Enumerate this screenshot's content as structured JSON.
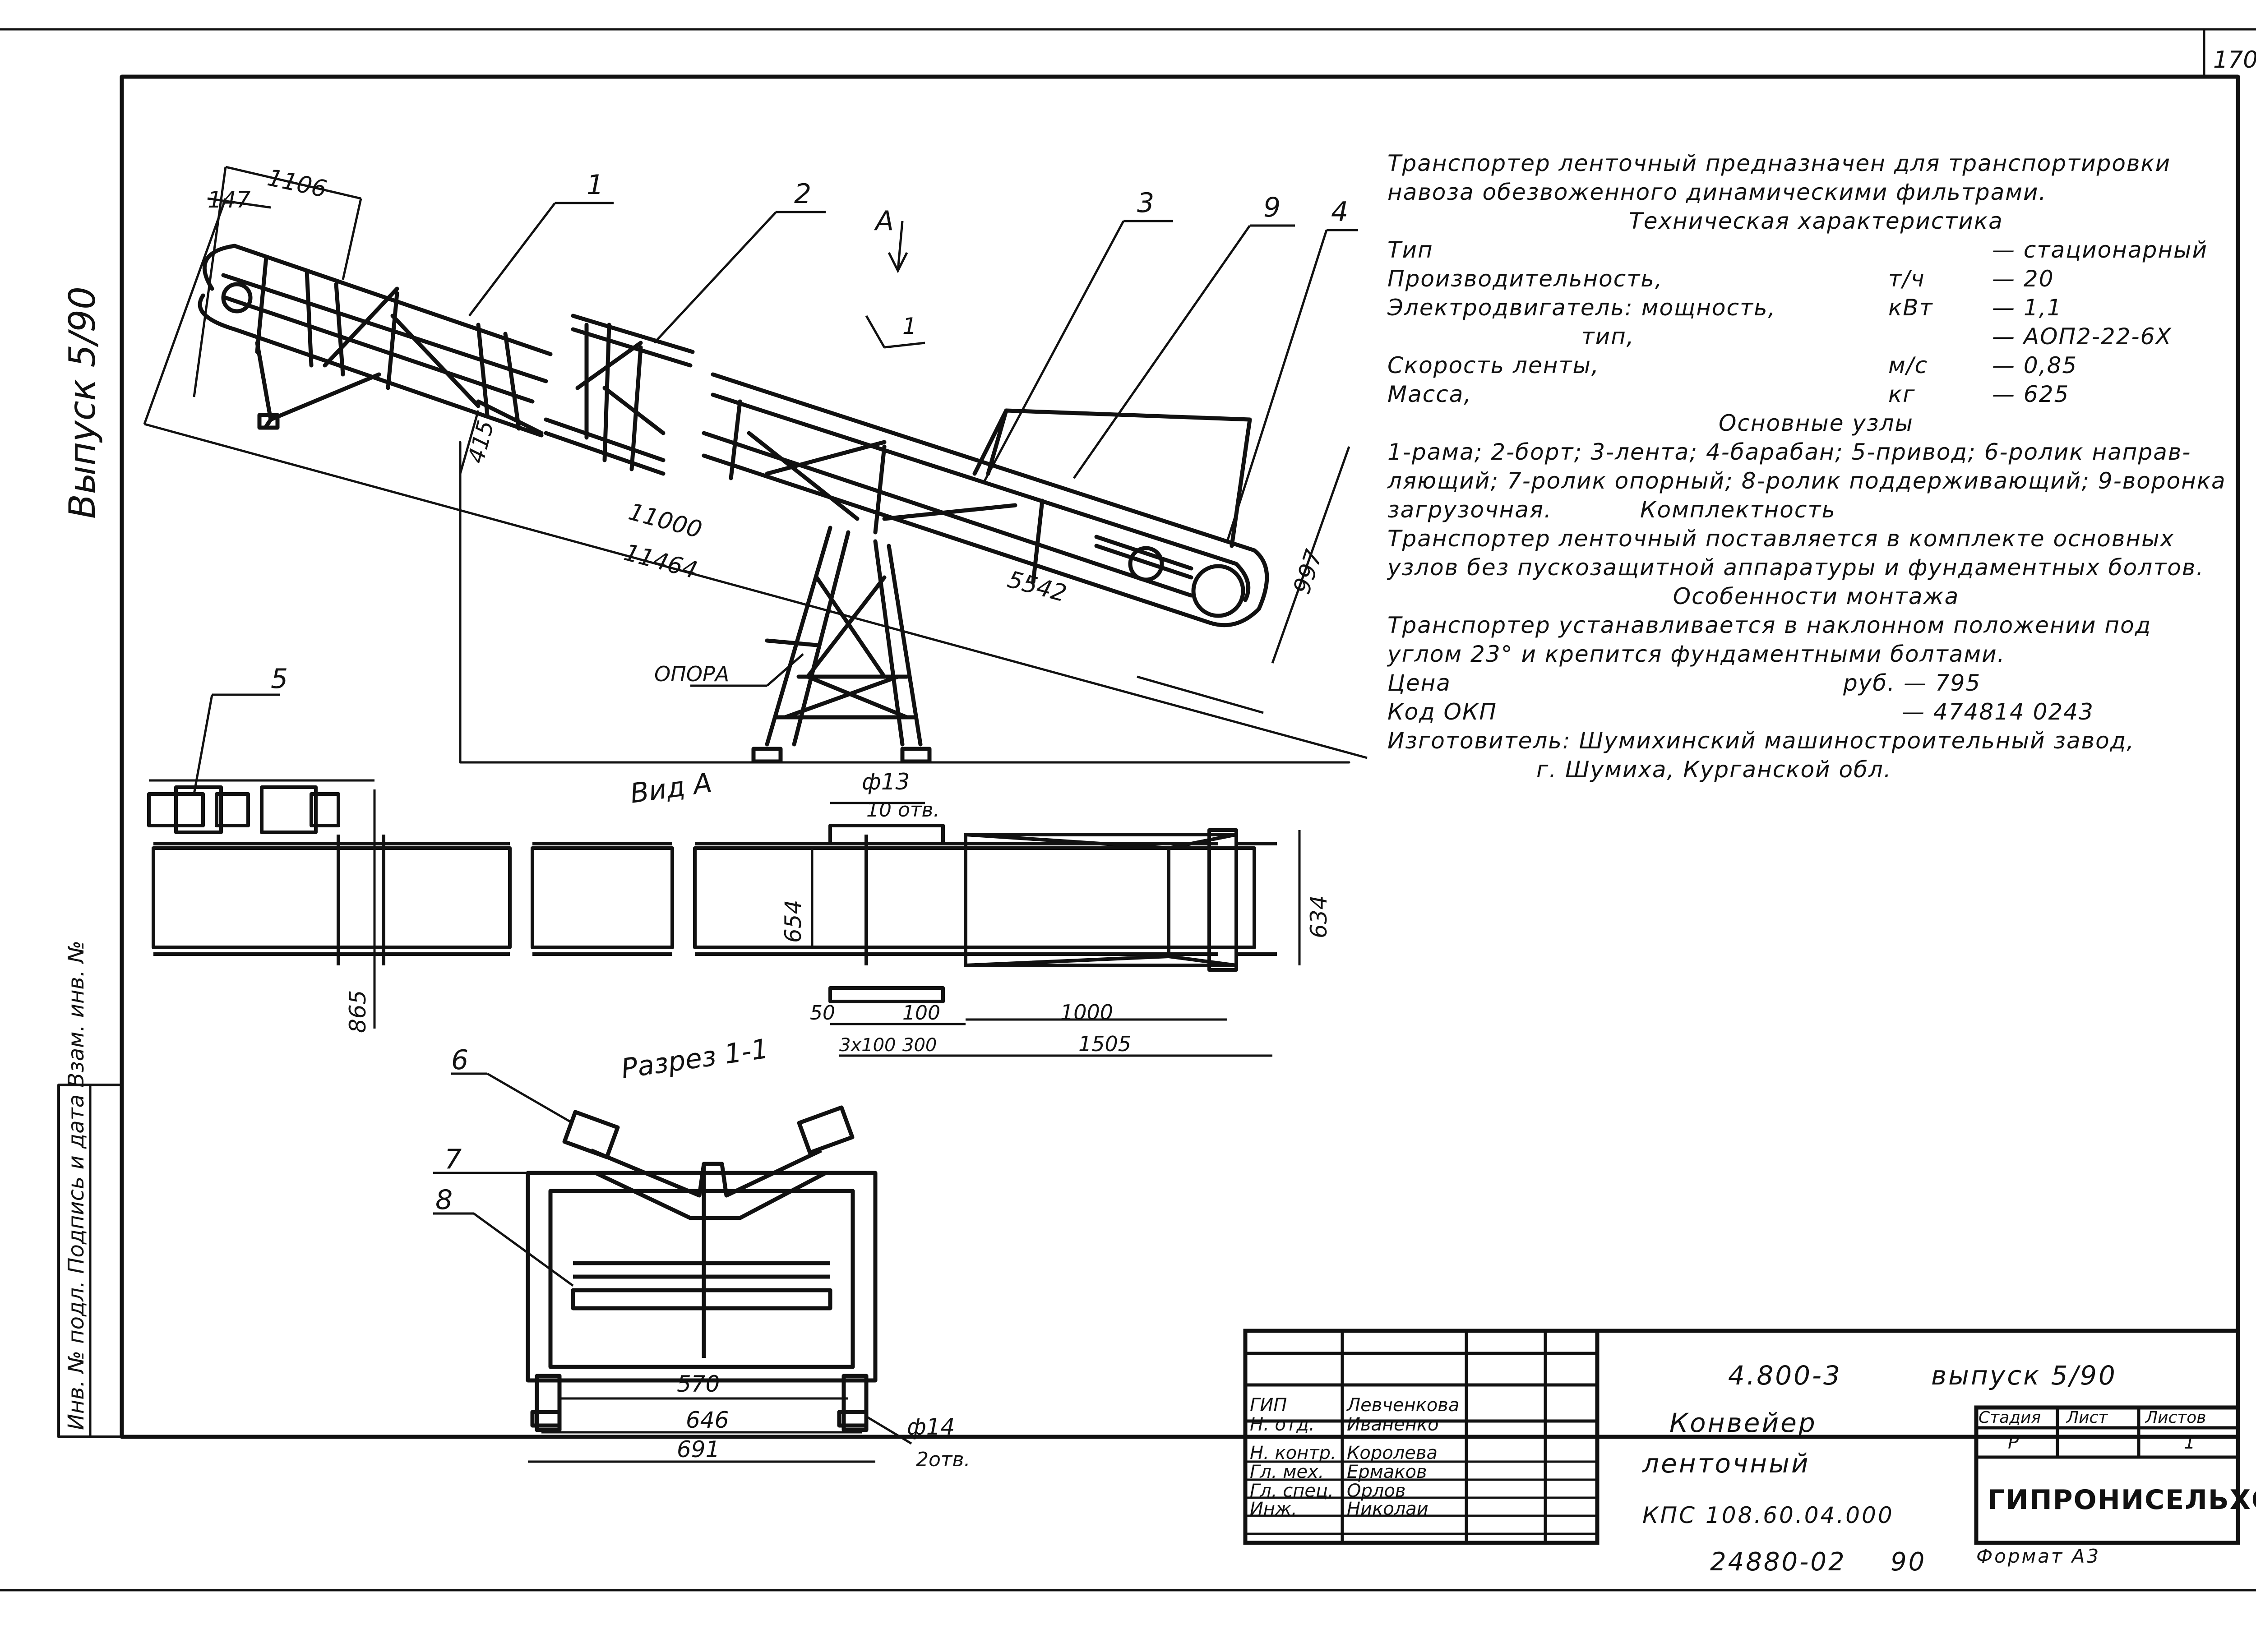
{
  "sheet": {
    "page_number": "170",
    "side_label": "Выпуск 5/90",
    "left_margin_labels": "Инв. № подл.  Подпись и дата  Взам. инв. №"
  },
  "drawing": {
    "main_view": {
      "callouts": [
        "1",
        "2",
        "3",
        "9",
        "4"
      ],
      "view_arrow": "А",
      "section_mark": "1",
      "dims": {
        "d1106": "1106",
        "d147": "147",
        "d415": "415",
        "d11000": "11000",
        "d11464": "11464",
        "d5542": "5542",
        "d997": "997"
      },
      "support_label": "ОПОРА"
    },
    "view_a": {
      "title": "Вид А",
      "callout": "5",
      "hole_label": "ф13",
      "holes_count": "10 отв.",
      "dims": {
        "d654": "654",
        "d634": "634",
        "d865": "865",
        "d50": "50",
        "d100": "100",
        "d3x100": "3х100",
        "d300": "300",
        "d1000": "1000",
        "d1505": "1505"
      }
    },
    "section_1_1": {
      "title": "Разрез 1-1",
      "callouts": [
        "6",
        "7",
        "8"
      ],
      "dims": {
        "d570": "570",
        "d646": "646",
        "d691": "691"
      },
      "hole_label": "ф14",
      "holes_count": "2отв."
    }
  },
  "spec": {
    "intro_line1": "Транспортер ленточный предназначен для транспортировки",
    "intro_line2": "навоза обезвоженного динамическими фильтрами.",
    "tech_heading": "Техническая характеристика",
    "rows": [
      {
        "name": "Тип",
        "unit": "",
        "value": "— стационарный"
      },
      {
        "name": "Производительность,",
        "unit": "т/ч",
        "value": "— 20"
      },
      {
        "name": "Электродвигатель: мощность,",
        "unit": "кВт",
        "value": "— 1,1"
      },
      {
        "name": "                        тип,",
        "unit": "",
        "value": "— АОП2-22-6Х"
      },
      {
        "name": "Скорость ленты,",
        "unit": "м/с",
        "value": "— 0,85"
      },
      {
        "name": "Масса,",
        "unit": "кг",
        "value": "— 625"
      }
    ],
    "units_heading": "Основные узлы",
    "units_text1": "1-рама; 2-борт; 3-лента; 4-барабан; 5-привод; 6-ролик направ-",
    "units_text2": "ляющий; 7-ролик опорный; 8-ролик поддерживающий; 9-воронка",
    "units_text3": "загрузочная.",
    "completeness_heading": "Комплектность",
    "completeness_text1": "Транспортер ленточный поставляется в комплекте основных",
    "completeness_text2": "узлов без пускозащитной аппаратуры и фундаментных болтов.",
    "mount_heading": "Особенности монтажа",
    "mount_text1": "Транспортер устанавливается в наклонном положении под",
    "mount_text2": "углом 23° и крепится фундаментными болтами.",
    "price_label": "Цена",
    "price_unit": "руб. — 795",
    "okp_label": "Код ОКП",
    "okp_value": "— 474814 0243",
    "maker_line1": "Изготовитель: Шумихинский машиностроительный завод,",
    "maker_line2": "г. Шумиха, Курганской обл."
  },
  "title_block": {
    "doc_code": "4.800-3",
    "issue": "выпуск 5/90",
    "title_line1": "Конвейер",
    "title_line2": "ленточный",
    "title_line3": "КПС 108.60.04.000",
    "stage_header": "Стадия",
    "sheet_header": "Лист",
    "sheets_header": "Листов",
    "stage_value": "Р",
    "sheet_value": "",
    "sheets_value": "1",
    "organization": "ГИПРОНИСЕЛЬХОЗ",
    "roles": [
      {
        "role": "ГИП",
        "name": "Левченкова"
      },
      {
        "role": "Н. отд.",
        "name": "Иваненко"
      },
      {
        "role": "Н. контр.",
        "name": "Королева"
      },
      {
        "role": "Гл. мех.",
        "name": "Ермаков"
      },
      {
        "role": "Гл. спец.",
        "name": "Орлов"
      },
      {
        "role": "Инж.",
        "name": "Николаи"
      }
    ],
    "archive_no": "24880-02",
    "archive_year": "90",
    "format": "Формат А3"
  }
}
